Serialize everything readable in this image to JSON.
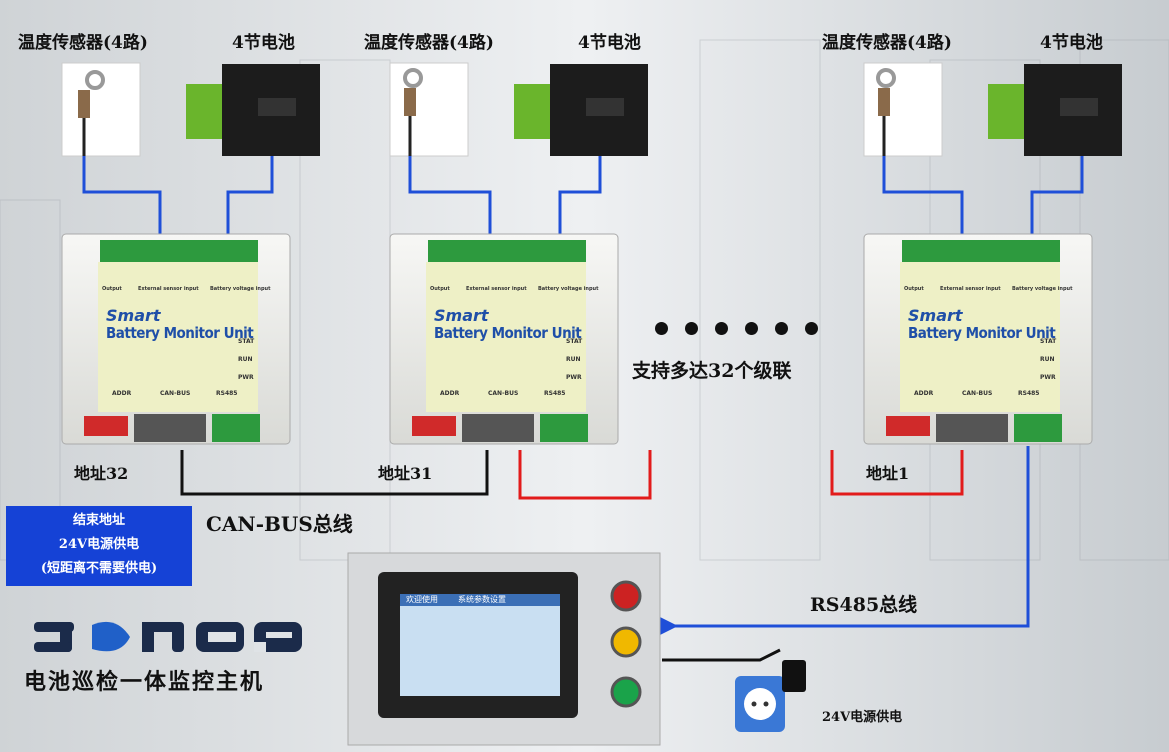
{
  "labels": {
    "sensor_1": "温度传感器(4路)",
    "battery_1": "4节电池",
    "sensor_2": "温度传感器(4路)",
    "battery_2": "4节电池",
    "sensor_3": "温度传感器(4路)",
    "battery_3": "4节电池",
    "addr_32": "地址32",
    "addr_31": "地址31",
    "addr_1": "地址1",
    "cascade": "支持多达32个级联",
    "canbus": "CAN-BUS总线",
    "rs485": "RS485总线",
    "power": "24V电源供电",
    "host_title": "电池巡检一体监控主机"
  },
  "end_box": {
    "line1": "结束地址",
    "line2": "24V电源供电",
    "line3": "(短距离不需要供电)"
  },
  "logo": "JONDA",
  "module": {
    "brand": "Smart",
    "title": "Battery Monitor Unit",
    "led_stat": "STAT",
    "led_run": "RUN",
    "led_pwr": "PWR",
    "addr": "ADDR",
    "canbus": "CAN-BUS",
    "rs485": "RS485",
    "output": "Output",
    "ext_sensor": "External sensor input",
    "batt_input": "Battery voltage input"
  },
  "screen": {
    "welcome": "欢迎使用",
    "header": "系统参数设置"
  },
  "colors": {
    "bus_blue": "#1f4fd8",
    "bus_red": "#e21b1b",
    "bus_black": "#111111",
    "info_box": "#1542d6"
  }
}
